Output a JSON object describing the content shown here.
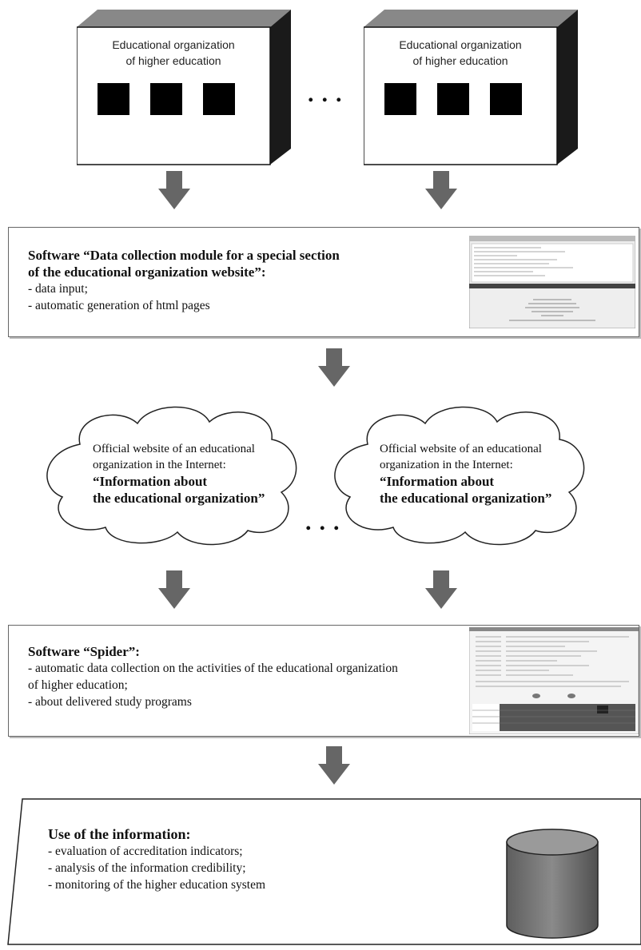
{
  "cubes": {
    "left": {
      "line1": "Educational organization",
      "line2": "of higher education"
    },
    "right": {
      "line1": "Educational organization",
      "line2": "of higher education"
    }
  },
  "dots": "...",
  "module_box": {
    "title_line1": "Software “Data collection module for a special section",
    "title_line2": "of the educational organization website”:",
    "items": [
      "- data input;",
      "- automatic generation of html pages"
    ]
  },
  "clouds": {
    "left": {
      "line1": "Official website of an educational",
      "line2": "organization in the Internet:",
      "bold1": "“Information about",
      "bold2": "the educational organization”"
    },
    "right": {
      "line1": "Official website of an educational",
      "line2": "organization in the Internet:",
      "bold1": "“Information about",
      "bold2": "the educational organization”"
    }
  },
  "spider_box": {
    "title": "Software “Spider”:",
    "items": [
      "- automatic data collection on the activities of the educational organization",
      "of higher education;",
      "- about delivered study programs"
    ]
  },
  "use_box": {
    "title": "Use of the information:",
    "items": [
      "- evaluation of accreditation indicators;",
      "- analysis of the information credibility;",
      "- monitoring of the higher education system"
    ]
  }
}
